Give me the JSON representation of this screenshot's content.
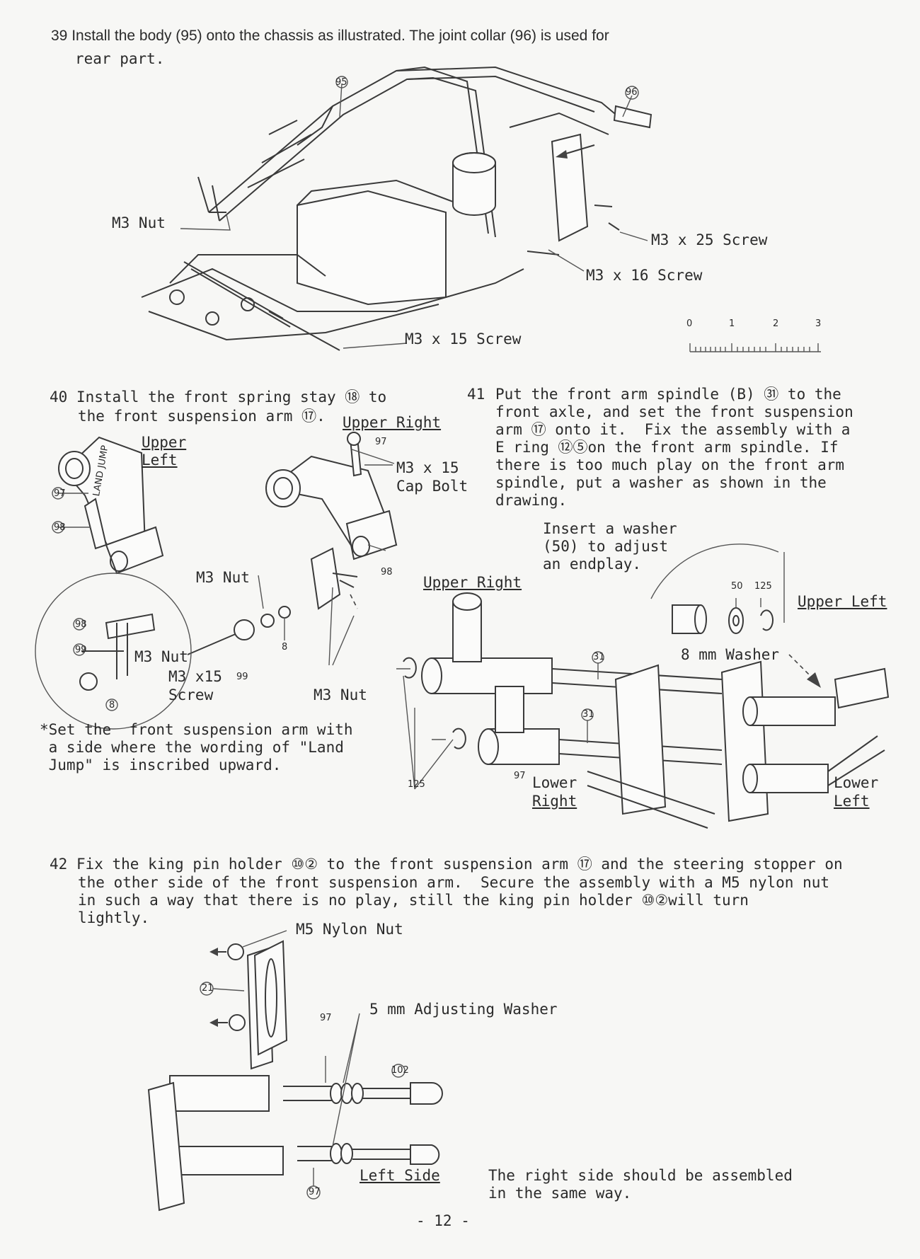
{
  "step39": {
    "number": "39",
    "line1": "Install the body (95) onto the chassis as illustrated. The joint collar (96) is used for",
    "line2": "rear part.",
    "labels": {
      "m3_nut": "M3 Nut",
      "m3x25": "M3 x 25 Screw",
      "m3x16": "M3 x 16 Screw",
      "m3x15": "M3 x 15 Screw",
      "part95": "95",
      "part96": "96"
    },
    "ruler": [
      "0",
      "1",
      "2",
      "3"
    ]
  },
  "step40": {
    "number": "40",
    "line1": "Install the front spring stay ⑱ to",
    "line2": "the front suspension arm ⑰.",
    "labels": {
      "upper_right": "Upper Right",
      "upper": "Upper",
      "left": "Left",
      "m3x15": "M3 x 15",
      "cap_bolt": "Cap Bolt",
      "m3_nut_top": "M3 Nut",
      "m3_nut_bottom": "M3 Nut",
      "m3_nut_inset": "M3 Nut",
      "m3x15_inset": "M3 x15",
      "screw": "Screw",
      "p97": "97",
      "p98": "98",
      "p99": "99",
      "p8": "8",
      "land_jump": "LAND JUMP"
    },
    "note1": "*Set the  front suspension arm with",
    "note2": " a side where the wording of \"Land",
    "note3": " Jump\" is inscribed upward."
  },
  "step41": {
    "number": "41",
    "lines": [
      "Put the front arm spindle (B) ㉛ to the",
      "front axle, and set the front suspension",
      "arm ⑰ onto it.  Fix the assembly with a",
      "E ring ⑫⑤on the front arm spindle. If",
      "there is too much play on the front arm",
      "spindle, put a washer as shown in the",
      "drawing."
    ],
    "insert1": "Insert a washer",
    "insert2": "(50) to adjust",
    "insert3": "an endplay.",
    "labels": {
      "upper_right": "Upper Right",
      "upper_left": "Upper Left",
      "washer": "8 mm Washer",
      "lower": "Lower",
      "right": "Right",
      "lower2": "Lower",
      "left": "Left",
      "p31": "31",
      "p50": "50",
      "p125": "125",
      "p97": "97"
    }
  },
  "step42": {
    "number": "42",
    "lines": [
      "Fix the king pin holder ⑩② to the front suspension arm ⑰ and the steering stopper on",
      "the other side of the front suspension arm.  Secure the assembly with a M5 nylon nut",
      "in such a way that there is no play, still the king pin holder ⑩②will turn",
      "lightly."
    ],
    "labels": {
      "m5_nut": "M5 Nylon Nut",
      "washer": "5 mm Adjusting Washer",
      "left_side": "Left Side",
      "right_note1": "The right side should be assembled",
      "right_note2": "in the same way.",
      "p21": "21",
      "p97": "97",
      "p102": "102"
    }
  },
  "footer": {
    "page": "- 12 -"
  }
}
